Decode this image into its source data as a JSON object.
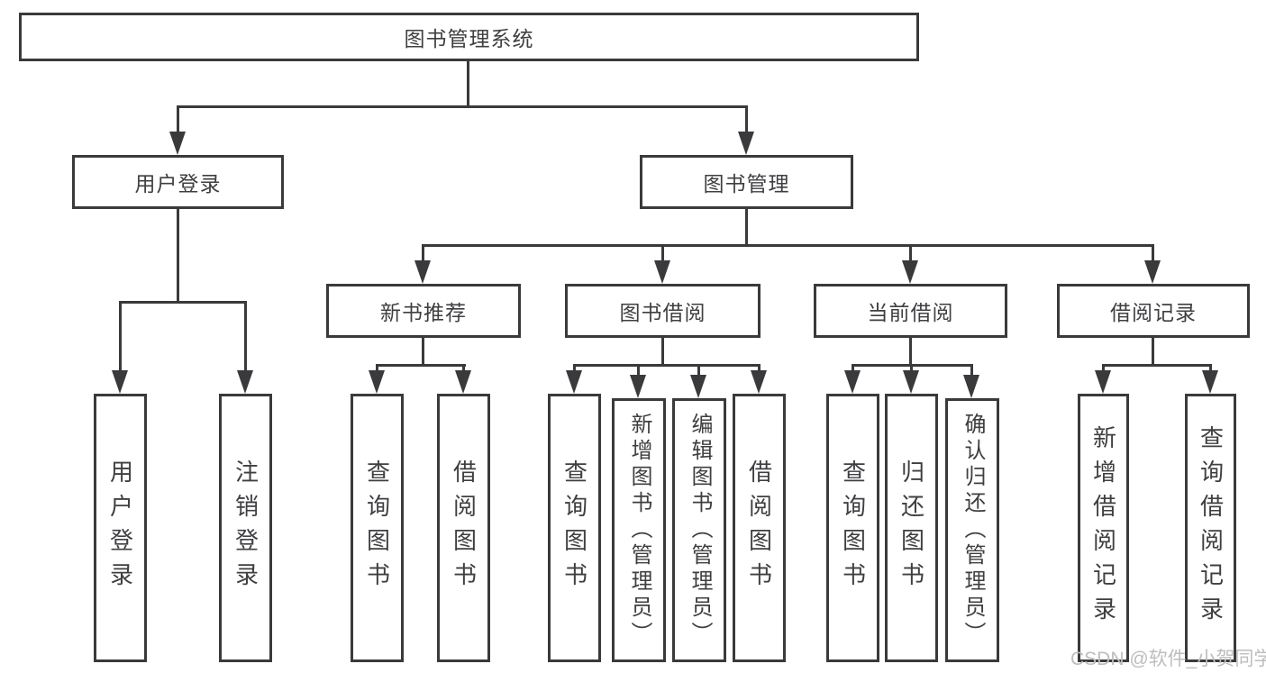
{
  "tree": {
    "label": "图书管理系统",
    "children": [
      {
        "label": "用户登录",
        "children": [
          {
            "label": "用户登录"
          },
          {
            "label": "注销登录"
          }
        ]
      },
      {
        "label": "图书管理",
        "children": [
          {
            "label": "新书推荐",
            "children": [
              {
                "label": "查询图书"
              },
              {
                "label": "借阅图书"
              }
            ]
          },
          {
            "label": "图书借阅",
            "children": [
              {
                "label": "查询图书"
              },
              {
                "label": "新增图书（管理员）"
              },
              {
                "label": "编辑图书（管理员）"
              },
              {
                "label": "借阅图书"
              }
            ]
          },
          {
            "label": "当前借阅",
            "children": [
              {
                "label": "查询图书"
              },
              {
                "label": "归还图书"
              },
              {
                "label": "确认归还（管理员）"
              }
            ]
          },
          {
            "label": "借阅记录",
            "children": [
              {
                "label": "新增借阅记录"
              },
              {
                "label": "查询借阅记录"
              }
            ]
          }
        ]
      }
    ]
  },
  "watermark": {
    "text": "CSDN @软件_小贺同学"
  },
  "colors": {
    "line": "#3a3a3c",
    "text": "#3f3f42",
    "watermark": "#bdbdbd",
    "background": "#ffffff"
  }
}
